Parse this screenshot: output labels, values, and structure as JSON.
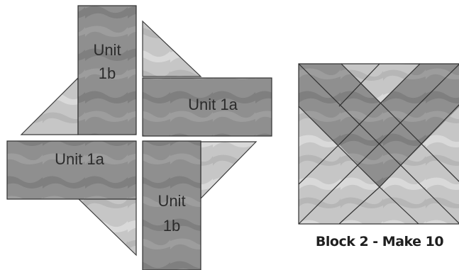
{
  "pinwheel_assembly": {
    "unit_top_line1": "Unit",
    "unit_top_line2": "1b",
    "unit_right": "Unit 1a",
    "unit_left": "Unit 1a",
    "unit_bottom_line1": "Unit",
    "unit_bottom_line2": "1b"
  },
  "block": {
    "caption": "Block 2 - Make 10"
  },
  "colors": {
    "rectangle_fill": "#8f8f8f",
    "triangle_fill": "#c6c6c6",
    "mottle_dark": "#7a7a7a",
    "mottle_light": "#dcdcdc",
    "outline": "#2f2f2f"
  }
}
